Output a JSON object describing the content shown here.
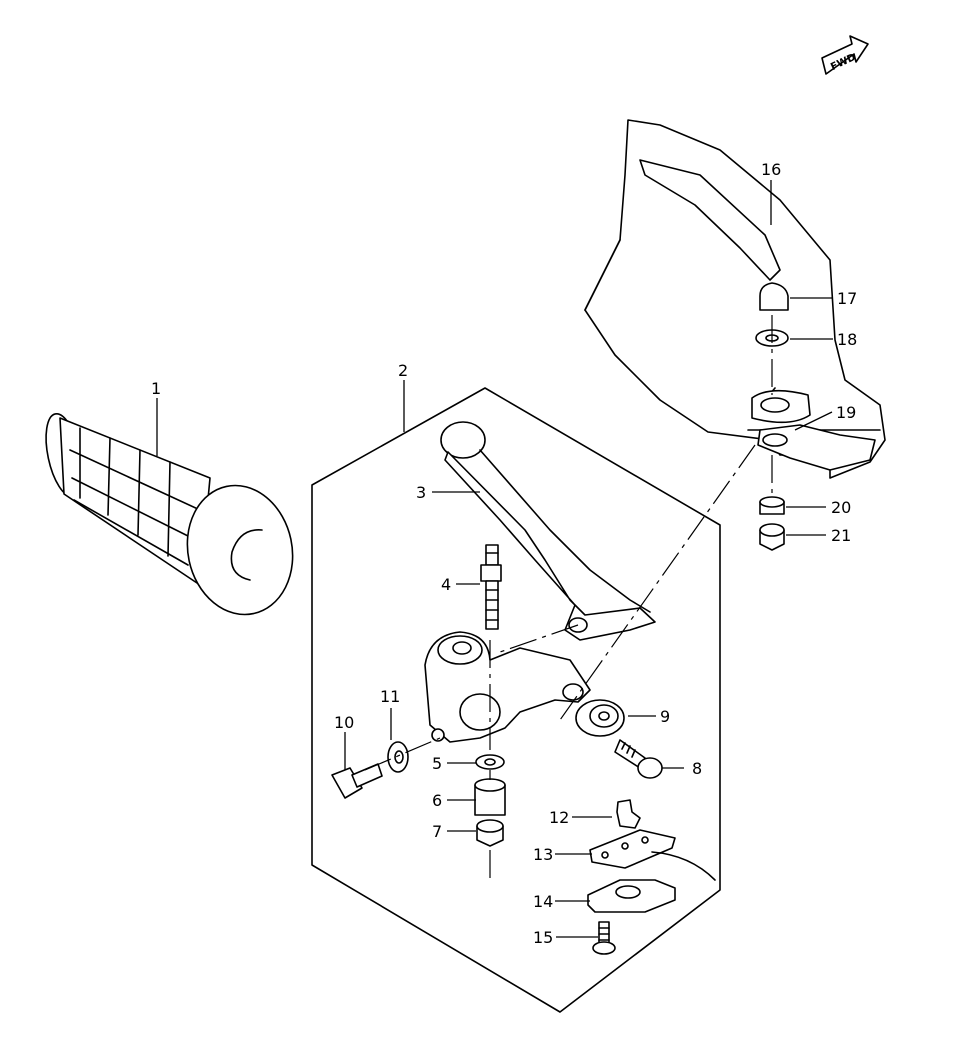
{
  "diagram": {
    "fwd_badge": "FWD",
    "callouts": [
      "1",
      "2",
      "3",
      "4",
      "5",
      "6",
      "7",
      "8",
      "9",
      "10",
      "11",
      "12",
      "13",
      "14",
      "15",
      "16",
      "17",
      "18",
      "19",
      "20",
      "21"
    ],
    "colors": {
      "line": "#000000",
      "background": "#ffffff"
    }
  }
}
